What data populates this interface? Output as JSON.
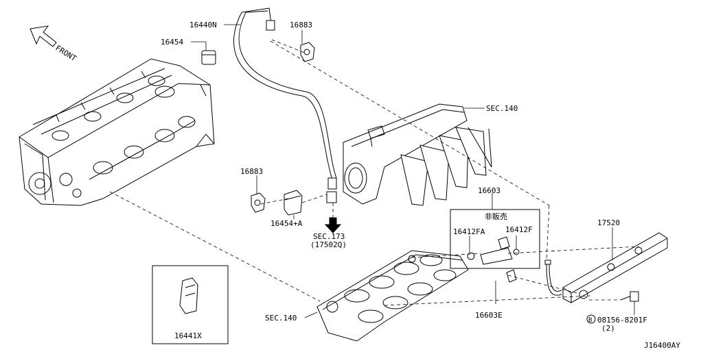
{
  "front_label": "FRONT",
  "diagram_code": "J16400AY",
  "parts": {
    "p16440N": "16440N",
    "p16454": "16454",
    "p16883_top": "16883",
    "sec140_upper": "SEC.140",
    "p16883_mid": "16883",
    "p16454A": "16454+A",
    "sec173": "SEC.173",
    "sec173_ref": "(17502Q)",
    "p16603": "16603",
    "not_for_sale": "非販売",
    "p16412FA": "16412FA",
    "p16412F": "16412F",
    "p17520": "17520",
    "p16441X": "16441X",
    "sec140_lower": "SEC.140",
    "p16603E": "16603E",
    "bolt_prefix": "B",
    "bolt_part": "08156-8201F",
    "bolt_qty": "(2)"
  }
}
